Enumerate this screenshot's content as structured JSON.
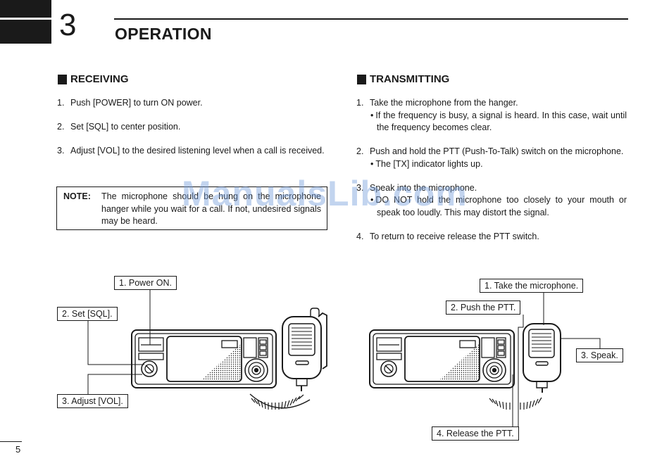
{
  "chapter": {
    "number": "3",
    "title": "OPERATION"
  },
  "receiving": {
    "heading": "RECEIVING",
    "steps": [
      {
        "num": "1.",
        "text": "Push [POWER] to turn ON power."
      },
      {
        "num": "2.",
        "text": "Set [SQL] to center position."
      },
      {
        "num": "3.",
        "text": "Adjust [VOL] to the desired listening level when a call is received."
      }
    ],
    "note": {
      "label": "NOTE:",
      "text": "The microphone should be hung on the microphone hanger while you wait for a call. If not, undesired signals may be heard."
    }
  },
  "transmitting": {
    "heading": "TRANSMITTING",
    "steps": [
      {
        "num": "1.",
        "text": "Take the microphone from the hanger.",
        "sub": "If the frequency is busy, a signal is heard.  In this case, wait until the frequency becomes clear."
      },
      {
        "num": "2.",
        "text": "Push and hold the PTT (Push-To-Talk) switch on the microphone.",
        "sub": "The [TX] indicator lights up."
      },
      {
        "num": "3.",
        "text": "Speak into the microphone.",
        "sub": "DO NOT hold the microphone too closely to your mouth or speak too loudly.  This may distort the signal."
      },
      {
        "num": "4.",
        "text": "To return to receive release the PTT switch."
      }
    ]
  },
  "diagram_left": {
    "callouts": [
      "1. Power ON.",
      "2. Set [SQL].",
      "3. Adjust [VOL]."
    ]
  },
  "diagram_right": {
    "callouts": [
      "1. Take the microphone.",
      "2. Push the PTT.",
      "3. Speak.",
      "4. Release the PTT."
    ]
  },
  "watermark": "ManualsLib.com",
  "page_number": "5"
}
